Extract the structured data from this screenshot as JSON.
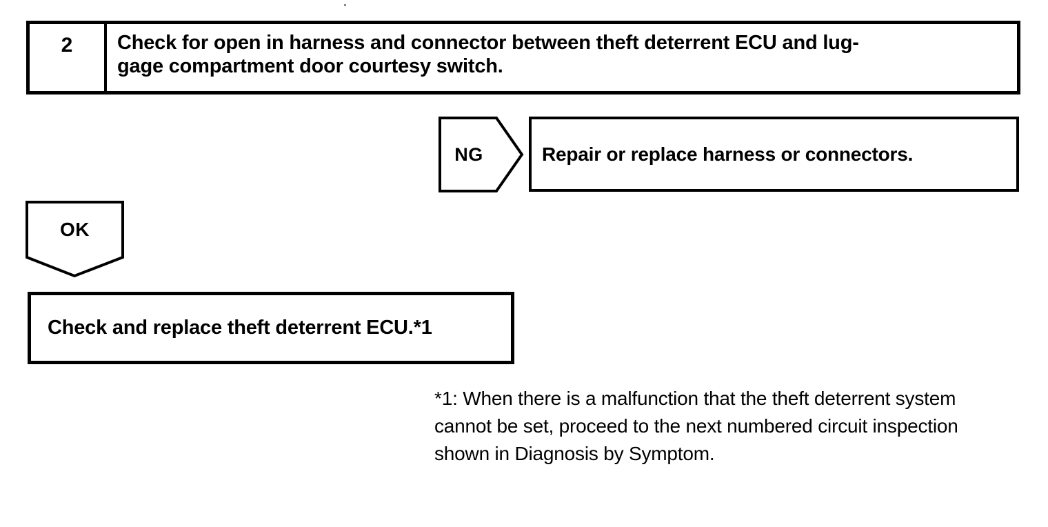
{
  "colors": {
    "ink": "#000000",
    "paper": "#ffffff"
  },
  "step": {
    "number": "2",
    "instruction_lines": [
      "Check for open in harness and connector between theft deterrent ECU and lug-",
      "gage compartment door courtesy switch."
    ]
  },
  "ng": {
    "label": "NG",
    "action": "Repair or replace harness or connectors."
  },
  "ok": {
    "label": "OK",
    "action": "Check and replace theft deterrent ECU.*1"
  },
  "footnote": {
    "lines": [
      "*1: When there is a malfunction that the theft deterrent system",
      "cannot be set, proceed to the next numbered circuit inspection",
      "shown in Diagnosis by Symptom."
    ]
  }
}
